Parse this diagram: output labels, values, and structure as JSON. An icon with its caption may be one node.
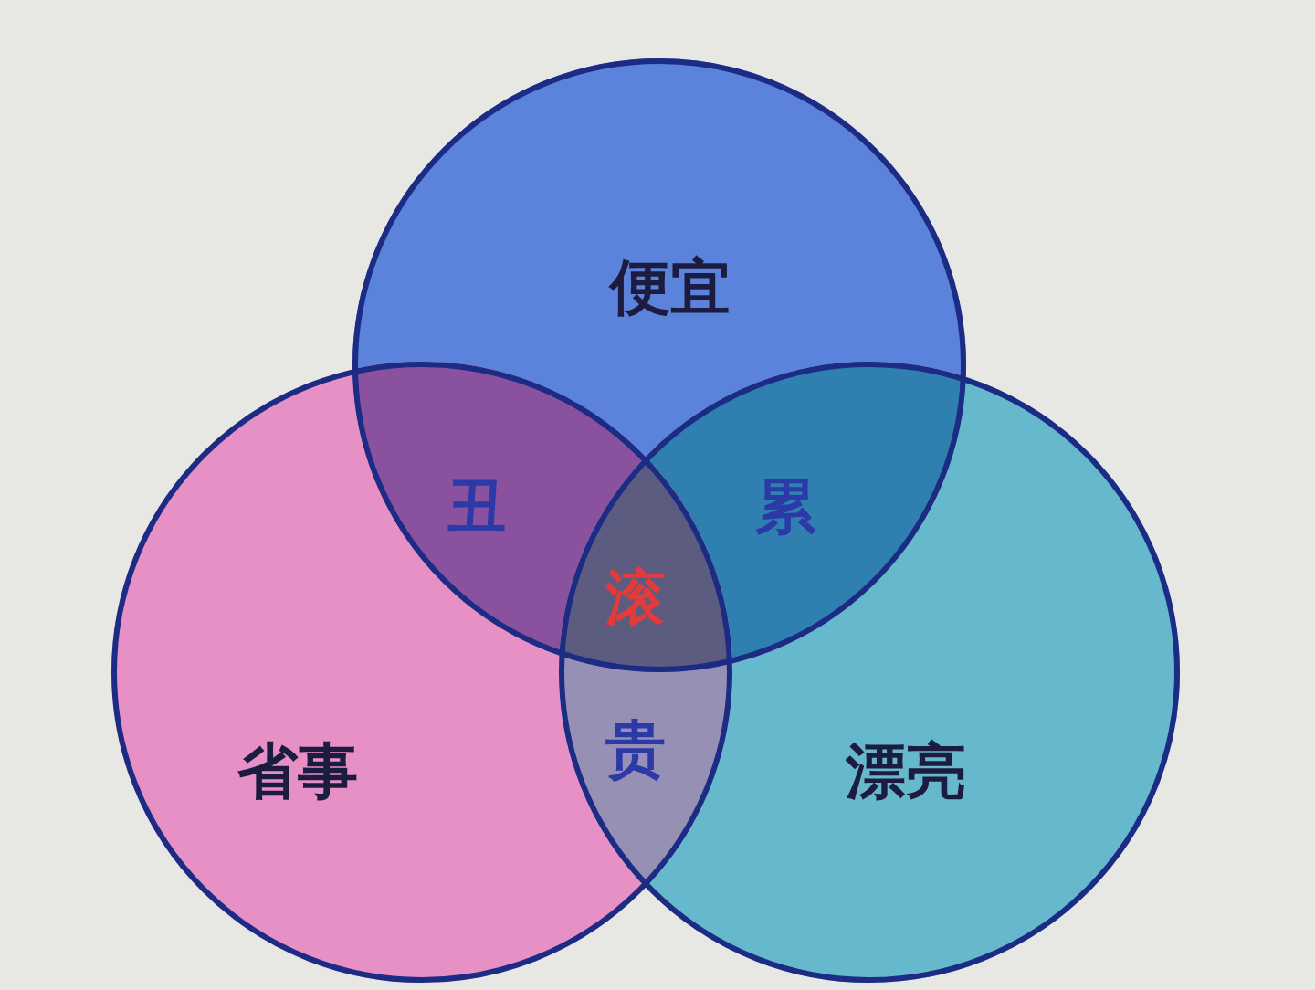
{
  "diagram": {
    "nodes": [
      {
        "text": [
          "便宜"
        ]
      },
      {
        "text": [
          "省事"
        ]
      },
      {
        "text": [
          "漂亮"
        ]
      }
    ],
    "labels": [
      "丑",
      "累",
      "滚",
      "贵"
    ]
  }
}
